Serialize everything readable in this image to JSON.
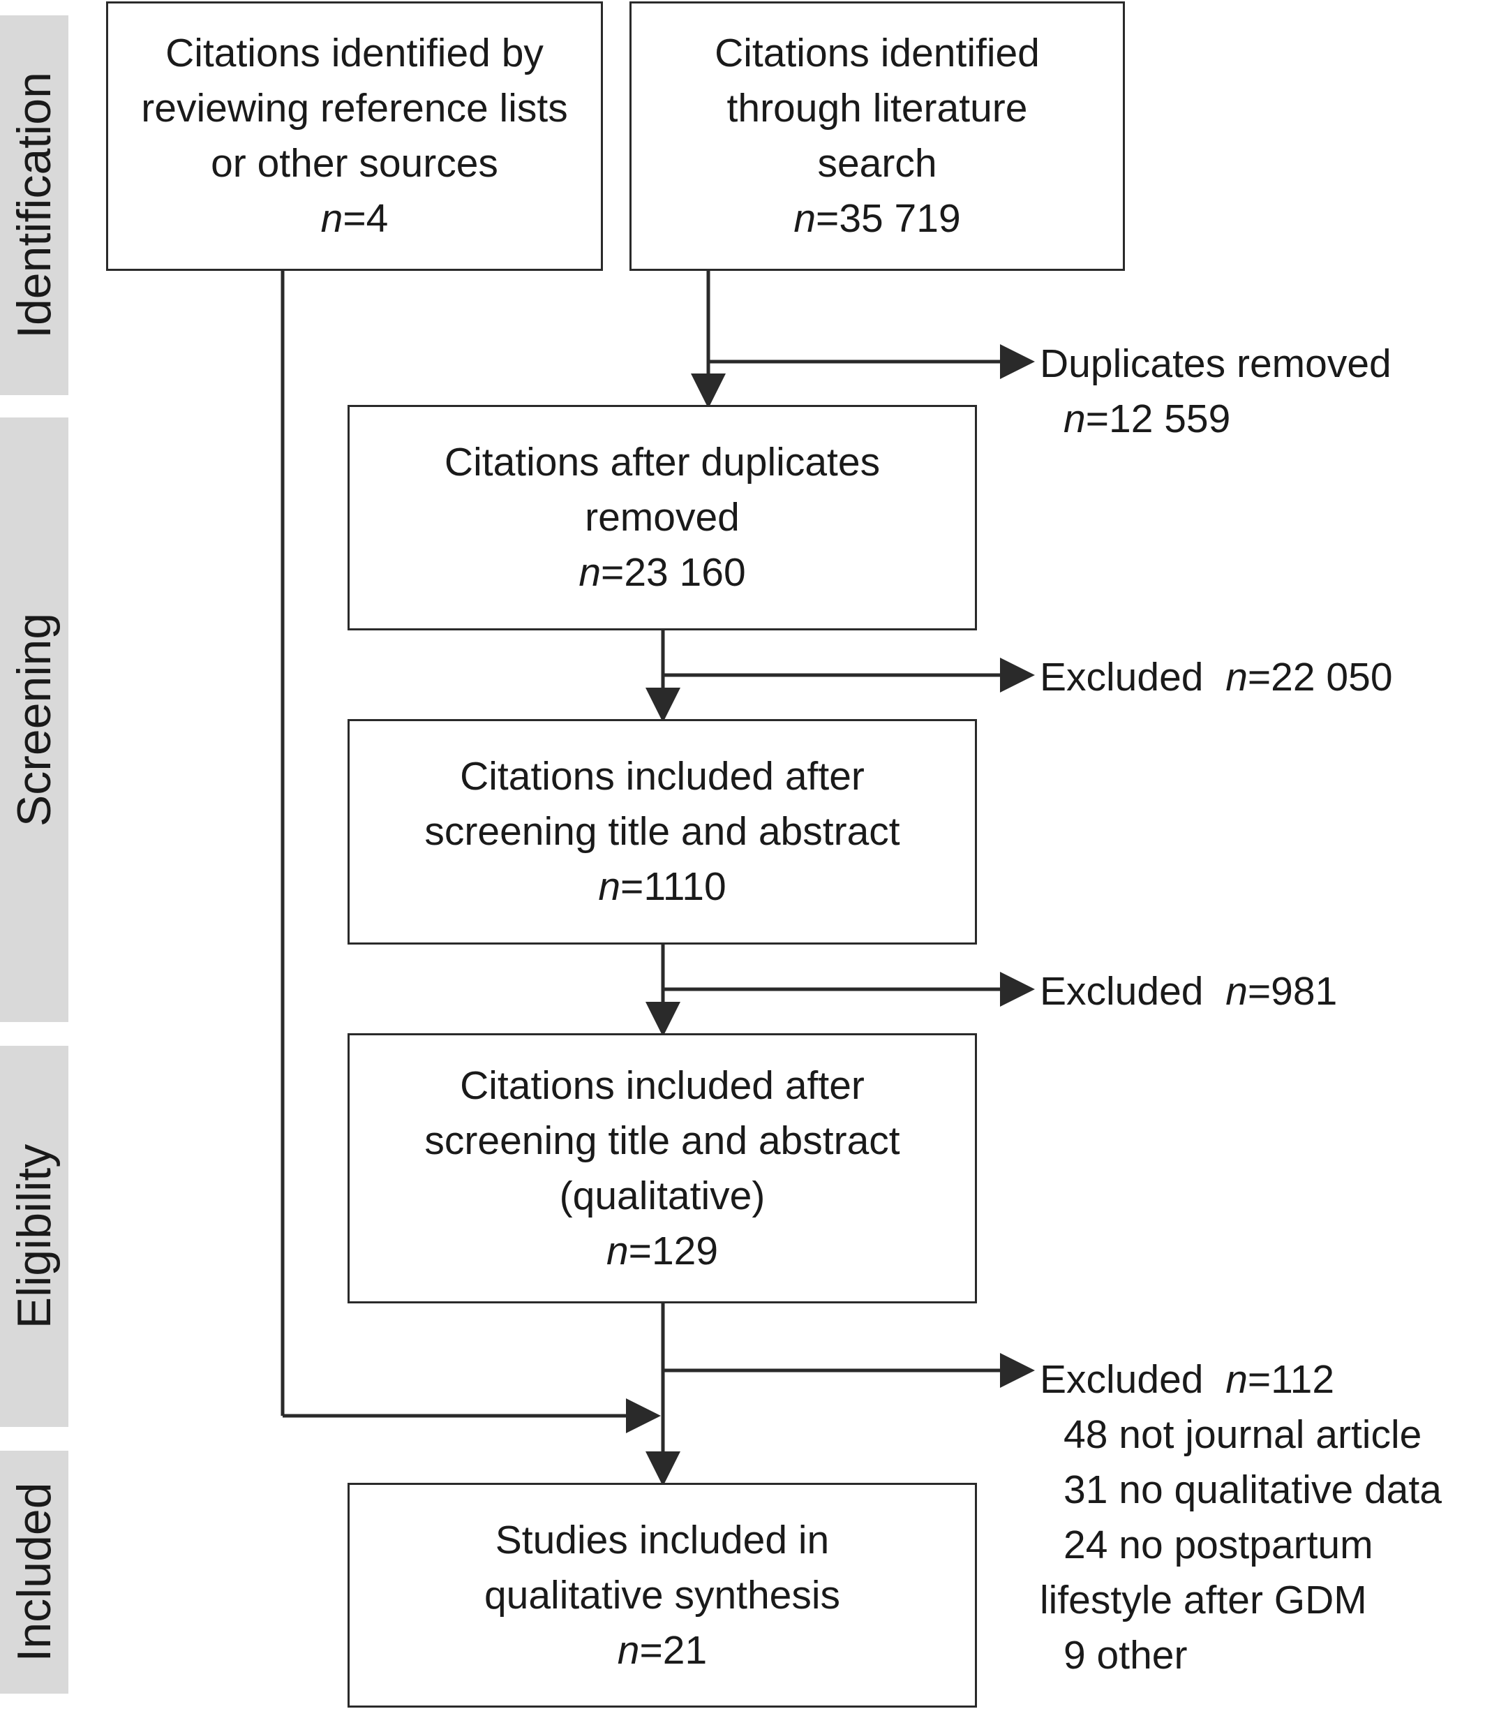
{
  "stages": {
    "identification": "Identification",
    "screening": "Screening",
    "eligibility": "Eligibility",
    "included": "Included"
  },
  "boxes": {
    "other_sources": {
      "lines": [
        "Citations identified by",
        "reviewing reference lists",
        "or other sources"
      ],
      "n_symbol": "n",
      "n_value": "=4"
    },
    "literature_search": {
      "lines": [
        "Citations identified",
        "through literature",
        "search"
      ],
      "n_symbol": "n",
      "n_value": "=35 719"
    },
    "after_duplicates": {
      "lines": [
        "Citations after duplicates",
        "removed"
      ],
      "n_symbol": "n",
      "n_value": "=23 160"
    },
    "after_screening": {
      "lines": [
        "Citations included after",
        "screening title and abstract"
      ],
      "n_symbol": "n",
      "n_value": "=1110"
    },
    "qualitative": {
      "lines": [
        "Citations included after",
        "screening title and abstract",
        "(qualitative)"
      ],
      "n_symbol": "n",
      "n_value": "=129"
    },
    "included_studies": {
      "lines": [
        "Studies included in",
        "qualitative synthesis"
      ],
      "n_symbol": "n",
      "n_value": "=21"
    }
  },
  "exclusions": {
    "duplicates": {
      "label": "Duplicates removed",
      "n_symbol": "n",
      "n_value": "=12 559"
    },
    "excluded_1": {
      "label": "Excluded",
      "n_symbol": "n",
      "n_value": "=22 050"
    },
    "excluded_2": {
      "label": "Excluded",
      "n_symbol": "n",
      "n_value": "=981"
    },
    "excluded_3": {
      "label": "Excluded",
      "n_symbol": "n",
      "n_value": "=112",
      "reasons": [
        "48 not journal article",
        "31 no qualitative data",
        "24 no postpartum",
        "lifestyle after GDM",
        "9 other"
      ]
    }
  },
  "colors": {
    "stage_band": "#d9d9d9",
    "line": "#2a2a2a",
    "text": "#1a1a1a"
  }
}
